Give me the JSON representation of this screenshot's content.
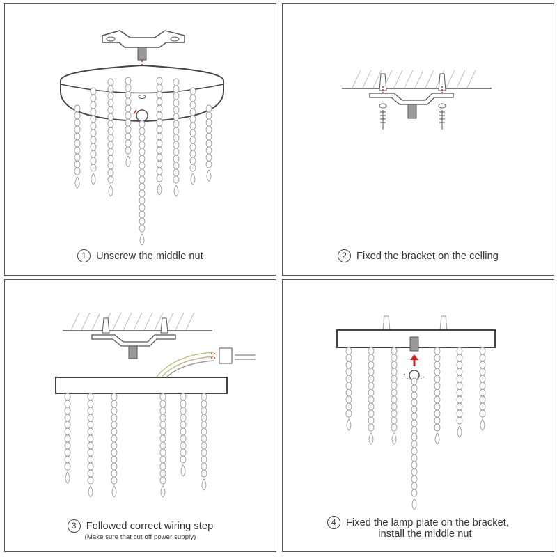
{
  "steps": [
    {
      "number": "1",
      "text": "Unscrew the middle nut"
    },
    {
      "number": "2",
      "text": "Fixed the bracket on the celling"
    },
    {
      "number": "3",
      "text": "Followed correct wiring step",
      "note": "(Make sure that cut off power supply)"
    },
    {
      "number": "4",
      "text": "Fixed the lamp plate on the bracket,",
      "text2": "install the middle nut"
    }
  ],
  "colors": {
    "line": "#555555",
    "arrow": "#cc2222",
    "wire_green": "#b8c27a",
    "wire_tan": "#c9b48a",
    "hatch": "#bdbdbd"
  }
}
